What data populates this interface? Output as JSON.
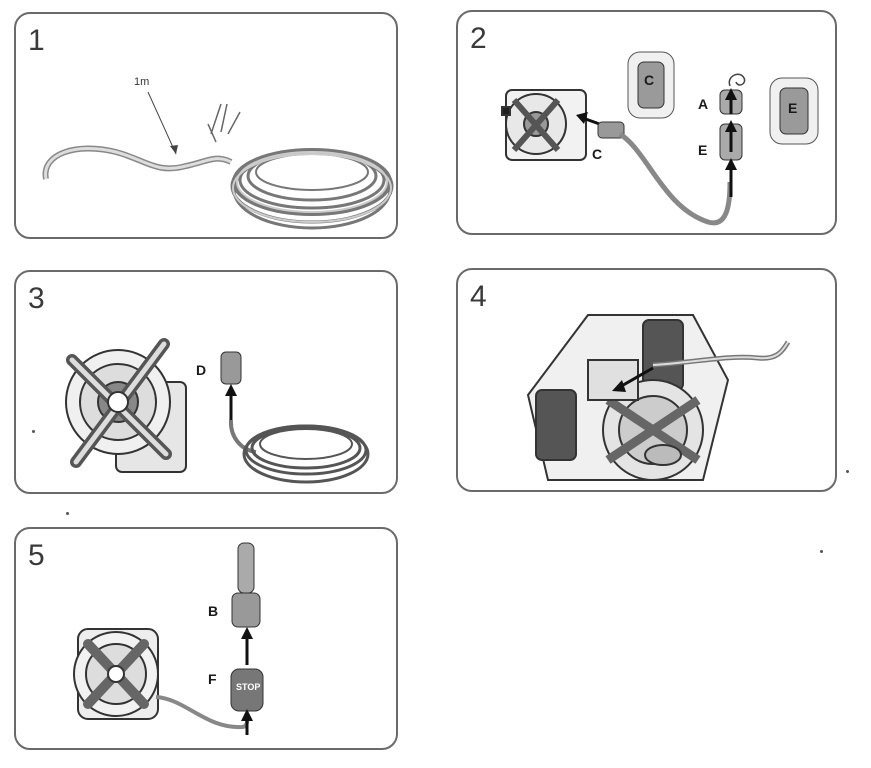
{
  "panels": [
    {
      "number": "1",
      "label_length": "1m"
    },
    {
      "number": "2",
      "labels": [
        "C",
        "A",
        "E",
        "C",
        "E"
      ]
    },
    {
      "number": "3",
      "labels": [
        "D"
      ]
    },
    {
      "number": "4"
    },
    {
      "number": "5",
      "labels": [
        "B",
        "F"
      ],
      "stop_text": "STOP"
    }
  ]
}
